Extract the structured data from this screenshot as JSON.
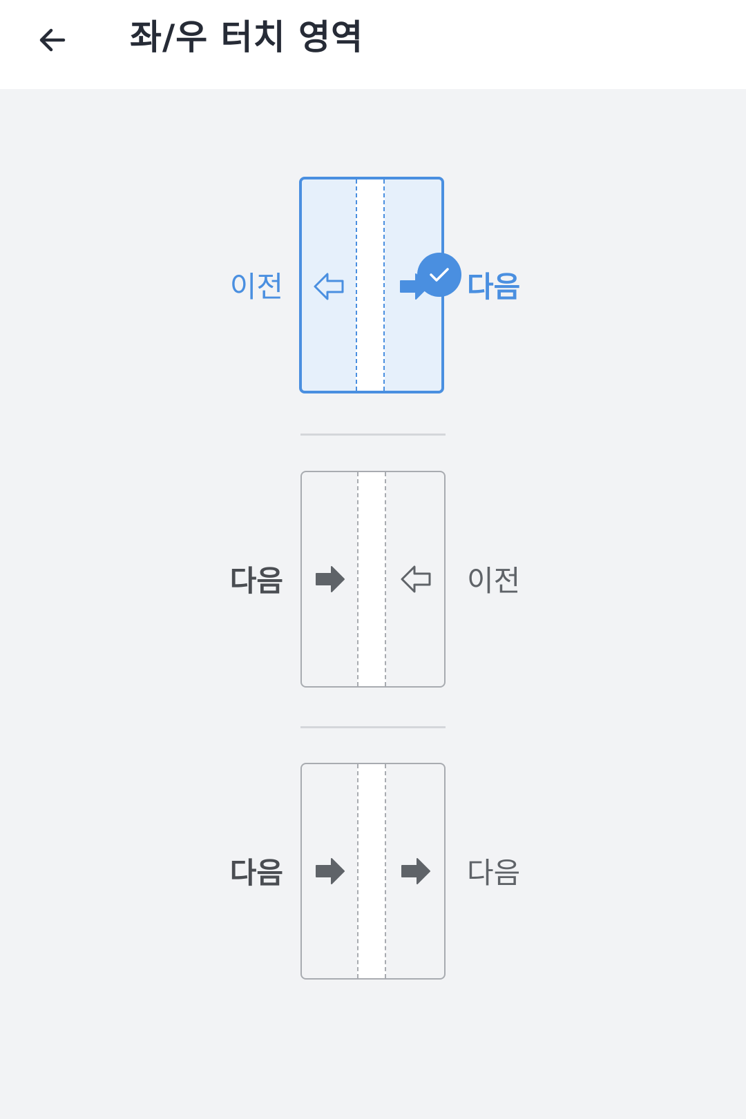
{
  "header": {
    "title": "좌/우 터치 영역",
    "back_icon": "arrow-left-icon"
  },
  "colors": {
    "accent": "#4a8fe0",
    "selected_fill": "#e6f0fb",
    "gray_arrow": "#5f6368",
    "background": "#f2f3f5"
  },
  "options": [
    {
      "left_label": "이전",
      "right_label": "다음",
      "left_arrow": "outline-left-arrow-icon",
      "right_arrow": "filled-right-arrow-icon",
      "selected": true
    },
    {
      "left_label": "다음",
      "right_label": "이전",
      "left_arrow": "filled-right-arrow-icon",
      "right_arrow": "outline-left-arrow-icon",
      "selected": false
    },
    {
      "left_label": "다음",
      "right_label": "다음",
      "left_arrow": "filled-right-arrow-icon",
      "right_arrow": "filled-right-arrow-icon",
      "selected": false
    }
  ]
}
